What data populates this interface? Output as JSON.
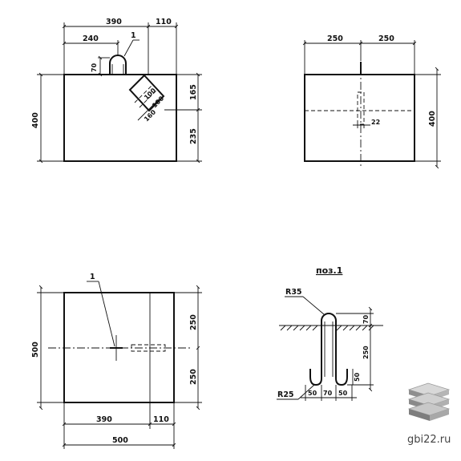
{
  "views": {
    "top_left": {
      "dims": [
        "390",
        "110",
        "240",
        "1",
        "70",
        "100",
        "100",
        "160",
        "165",
        "235",
        "400"
      ]
    },
    "top_right": {
      "dims": [
        "250",
        "250",
        "400",
        "22"
      ]
    },
    "bottom_left": {
      "dims": [
        "1",
        "250",
        "250",
        "500",
        "390",
        "110",
        "500"
      ]
    },
    "bottom_right": {
      "title": "поз.1",
      "dims": [
        "R35",
        "70",
        "250",
        "50",
        "R25",
        "50",
        "70",
        "50"
      ]
    }
  },
  "watermark": {
    "text": "gbi22.ru",
    "icon": "stacked-slabs-icon"
  },
  "colors": {
    "ink": "#111111",
    "background": "#ffffff",
    "watermark_text": "#444444"
  }
}
